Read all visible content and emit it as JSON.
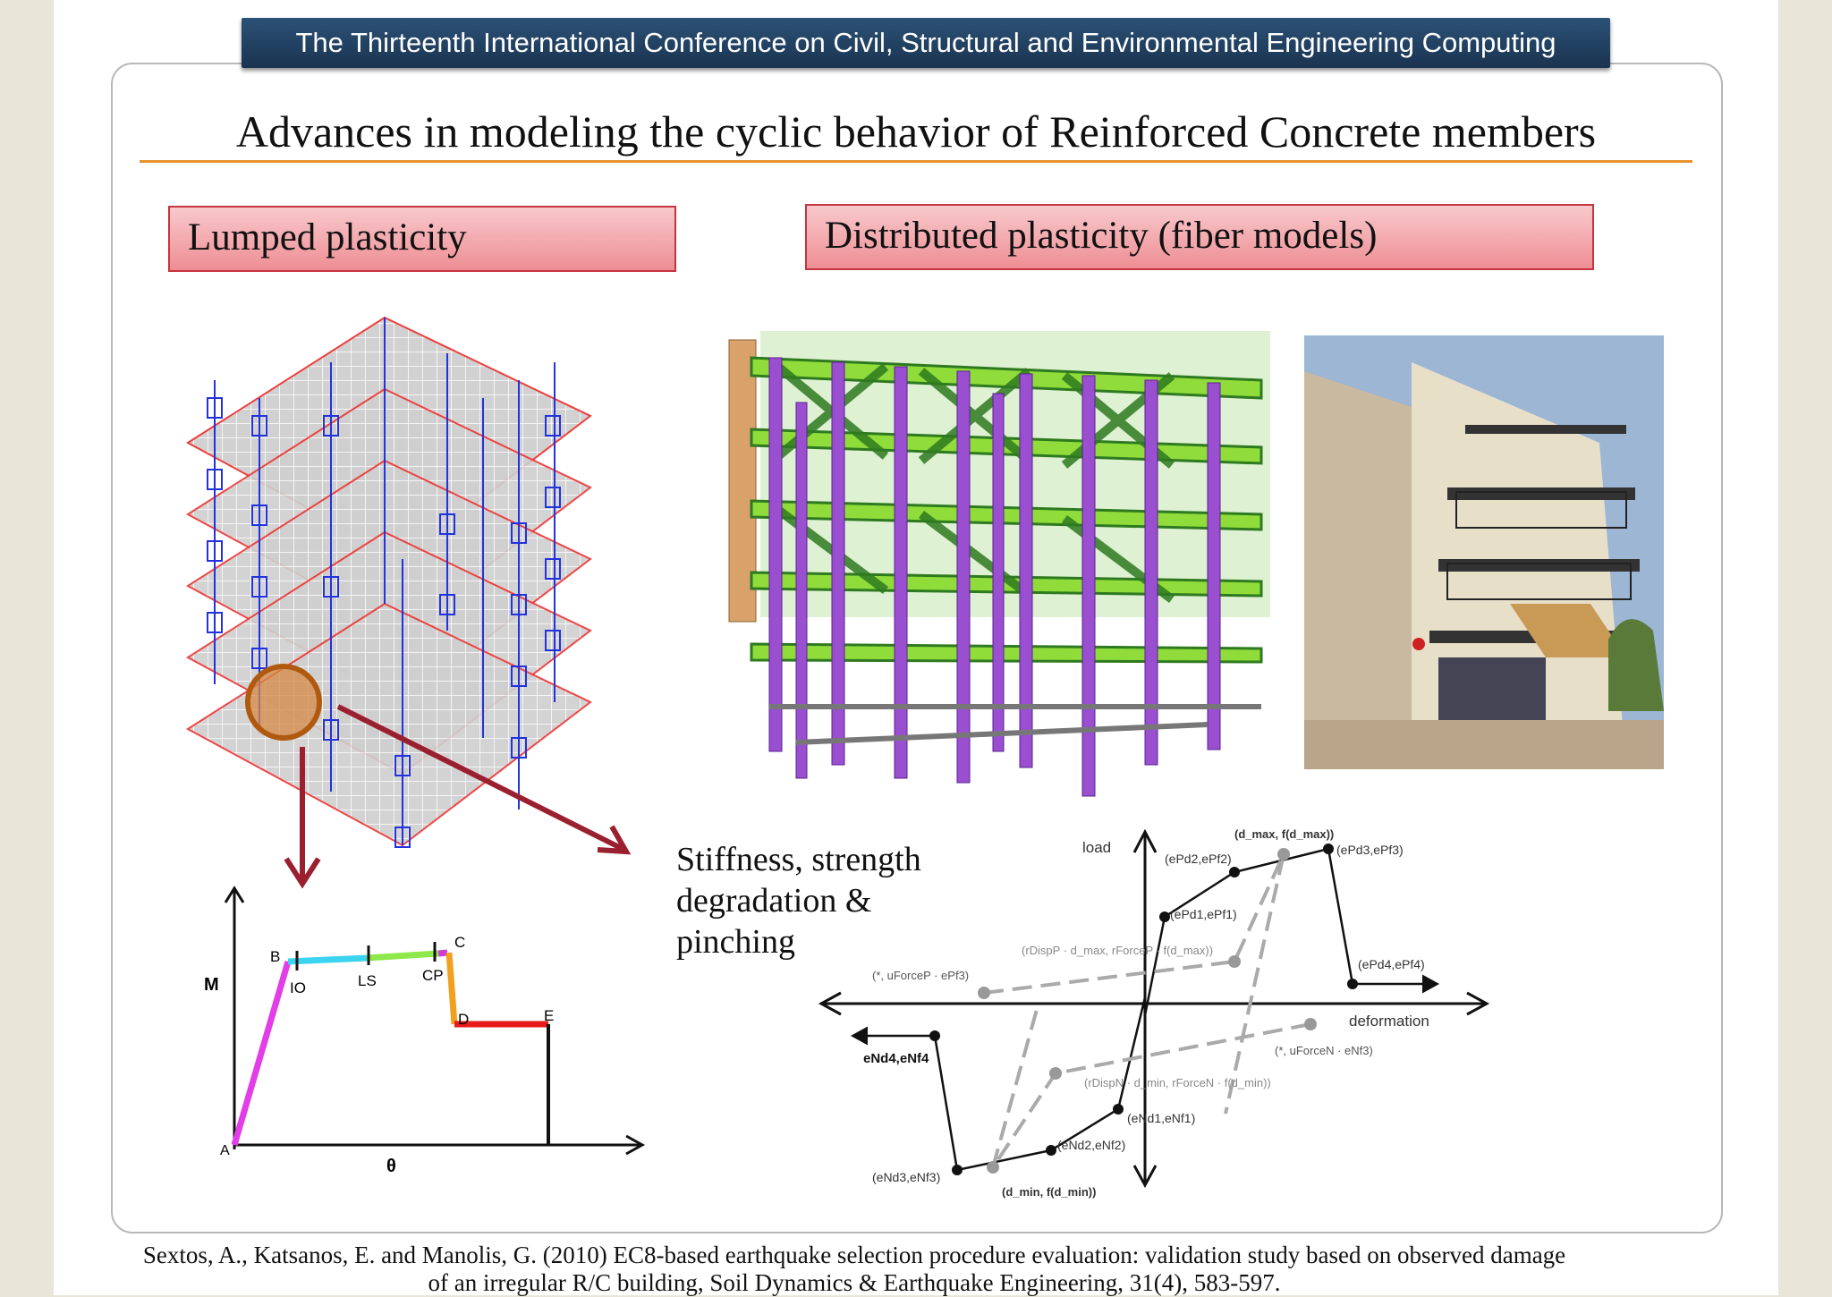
{
  "header": {
    "conference": "The Thirteenth International Conference on Civil, Structural and Environmental Engineering Computing"
  },
  "title": "Advances in modeling the cyclic behavior of Reinforced Concrete members",
  "labels": {
    "lumped": "Lumped plasticity",
    "distributed": "Distributed plasticity  (fiber models)"
  },
  "caption": {
    "line1": "Stiffness, strength",
    "line2": "degradation &",
    "line3": "pinching"
  },
  "lumped_curve": {
    "y_axis": "M",
    "x_axis": "θ",
    "points": {
      "A": "A",
      "B": "B",
      "C": "C",
      "D": "D",
      "E": "E"
    },
    "limits": {
      "IO": "IO",
      "LS": "LS",
      "CP": "CP"
    },
    "colors": {
      "AB": "#e23de6",
      "BC": "#3ad3f0",
      "CD": "#f2a020",
      "DE": "#e81a1a"
    }
  },
  "hysteresis": {
    "load": "load",
    "deformation": "deformation",
    "dmax": "(d_max, f(d_max))",
    "dmin": "(d_min, f(d_min))",
    "ePd1": "(ePd1,ePf1)",
    "ePd2": "(ePd2,ePf2)",
    "ePd3": "(ePd3,ePf3)",
    "ePd4": "(ePd4,ePf4)",
    "eNd1": "(eNd1,eNf1)",
    "eNd2": "(eNd2,eNf2)",
    "eNd3": "(eNd3,eNf3)",
    "eNd4": "eNd4,eNf4",
    "rDispP": "(rDispP · d_max, rForceP · f(d_max))",
    "rDispN": "(rDispN · d_min, rForceN · f(d_min))",
    "uForceP": "(*, uForceP · ePf3)",
    "uForceN": "(*, uForceN · eNf3)"
  },
  "reference": {
    "line1": "Sextos, A., Katsanos, E. and Manolis, G. (2010) EC8-based earthquake selection procedure evaluation: validation study based on observed damage",
    "line2": "of an irregular R/C building, Soil Dynamics & Earthquake Engineering, 31(4), 583-597."
  }
}
